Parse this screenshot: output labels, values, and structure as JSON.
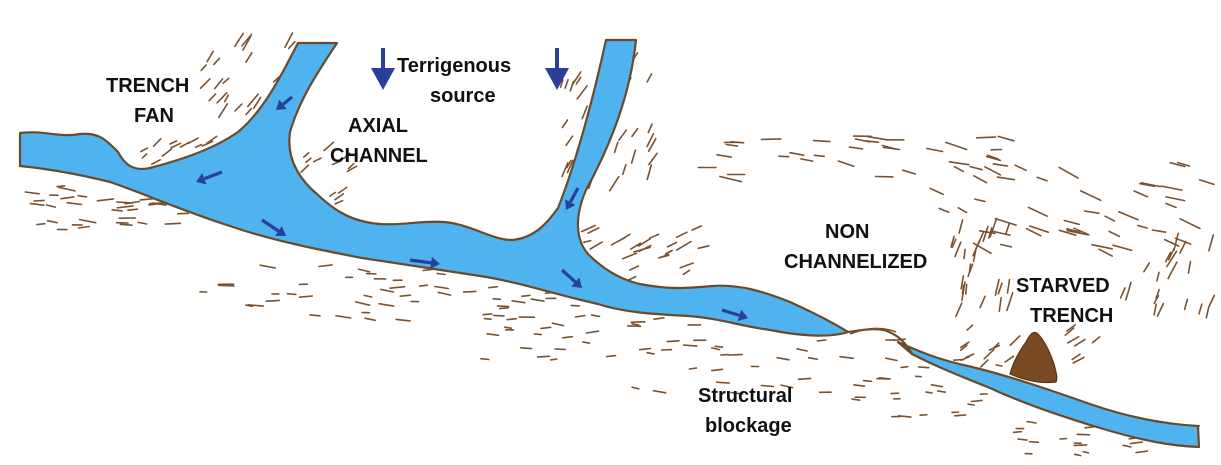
{
  "colors": {
    "water": "#4fb3f0",
    "bank": "#6b4a2a",
    "hatch": "#7a5230",
    "arrow": "#2a3f9a",
    "mound": "#7a4a22",
    "text": "#111111"
  },
  "labels": {
    "trench_fan": [
      "TRENCH",
      "FAN"
    ],
    "terrigenous_source": [
      "Terrigenous",
      "source"
    ],
    "axial_channel": [
      "AXIAL",
      "CHANNEL"
    ],
    "non_channelized": [
      "NON",
      "CHANNELIZED"
    ],
    "starved_trench": [
      "STARVED",
      "TRENCH"
    ],
    "structural_blockage": [
      "Structural",
      "blockage"
    ]
  },
  "icons": {
    "flow_arrow": "flow-arrow-icon",
    "source_arrow": "down-arrow-icon",
    "mound": "sediment-mound-icon"
  }
}
